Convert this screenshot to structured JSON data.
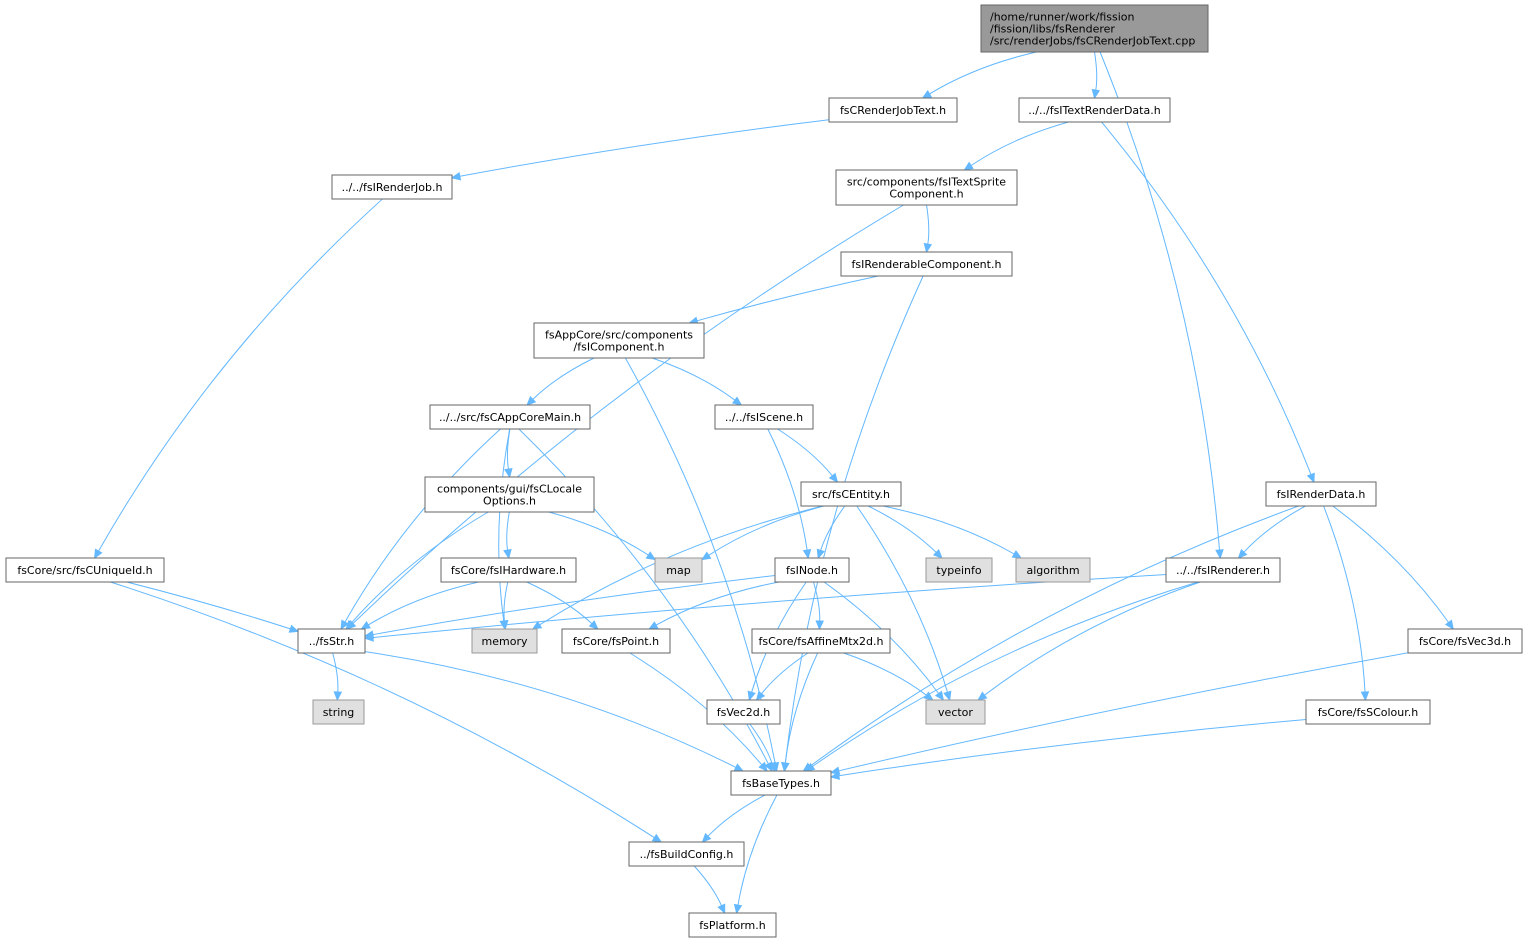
{
  "colors": {
    "edge": "#63b8ff",
    "root_fill": "#999999",
    "system_fill": "#e0e0e0",
    "node_border": "#666666"
  },
  "nodes": [
    {
      "id": "root",
      "kind": "root",
      "lines": [
        "/home/runner/work/fission",
        "/fission/libs/fsRenderer",
        "/src/renderJobs/fsCRenderJobText.cpp"
      ]
    },
    {
      "id": "crenderjobtext",
      "kind": "file",
      "lines": [
        "fsCRenderJobText.h"
      ]
    },
    {
      "id": "itextrenderdata",
      "kind": "file",
      "lines": [
        "../../fsITextRenderData.h"
      ]
    },
    {
      "id": "irenderjob",
      "kind": "file",
      "lines": [
        "../../fsIRenderJob.h"
      ]
    },
    {
      "id": "itextsprite",
      "kind": "file",
      "lines": [
        "src/components/fsITextSprite",
        "Component.h"
      ]
    },
    {
      "id": "irenderable",
      "kind": "file",
      "lines": [
        "fsIRenderableComponent.h"
      ]
    },
    {
      "id": "icomponent",
      "kind": "file",
      "lines": [
        "fsAppCore/src/components",
        "/fsIComponent.h"
      ]
    },
    {
      "id": "cappcoremain",
      "kind": "file",
      "lines": [
        "../../src/fsCAppCoreMain.h"
      ]
    },
    {
      "id": "iscene",
      "kind": "file",
      "lines": [
        "../../fsIScene.h"
      ]
    },
    {
      "id": "clocale",
      "kind": "file",
      "lines": [
        "components/gui/fsCLocale",
        "Options.h"
      ]
    },
    {
      "id": "centity",
      "kind": "file",
      "lines": [
        "src/fsCEntity.h"
      ]
    },
    {
      "id": "irenderdata",
      "kind": "file",
      "lines": [
        "fsIRenderData.h"
      ]
    },
    {
      "id": "cuniqueid",
      "kind": "file",
      "lines": [
        "fsCore/src/fsCUniqueId.h"
      ]
    },
    {
      "id": "ihardware",
      "kind": "file",
      "lines": [
        "fsCore/fsIHardware.h"
      ]
    },
    {
      "id": "map",
      "kind": "sys",
      "lines": [
        "map"
      ]
    },
    {
      "id": "inode",
      "kind": "file",
      "lines": [
        "fsINode.h"
      ]
    },
    {
      "id": "typeinfo",
      "kind": "sys",
      "lines": [
        "typeinfo"
      ]
    },
    {
      "id": "algorithm",
      "kind": "sys",
      "lines": [
        "algorithm"
      ]
    },
    {
      "id": "irenderer",
      "kind": "file",
      "lines": [
        "../../fsIRenderer.h"
      ]
    },
    {
      "id": "str",
      "kind": "file",
      "lines": [
        "../fsStr.h"
      ]
    },
    {
      "id": "memory",
      "kind": "sys",
      "lines": [
        "memory"
      ]
    },
    {
      "id": "point",
      "kind": "file",
      "lines": [
        "fsCore/fsPoint.h"
      ]
    },
    {
      "id": "affine",
      "kind": "file",
      "lines": [
        "fsCore/fsAffineMtx2d.h"
      ]
    },
    {
      "id": "vec3d",
      "kind": "file",
      "lines": [
        "fsCore/fsVec3d.h"
      ]
    },
    {
      "id": "string",
      "kind": "sys",
      "lines": [
        "string"
      ]
    },
    {
      "id": "vec2d",
      "kind": "file",
      "lines": [
        "fsVec2d.h"
      ]
    },
    {
      "id": "vector",
      "kind": "sys",
      "lines": [
        "vector"
      ]
    },
    {
      "id": "scolour",
      "kind": "file",
      "lines": [
        "fsCore/fsSColour.h"
      ]
    },
    {
      "id": "basetypes",
      "kind": "file",
      "lines": [
        "fsBaseTypes.h"
      ]
    },
    {
      "id": "buildconfig",
      "kind": "file",
      "lines": [
        "../fsBuildConfig.h"
      ]
    },
    {
      "id": "platform",
      "kind": "file",
      "lines": [
        "fsPlatform.h"
      ]
    }
  ],
  "edges": [
    [
      "root",
      "crenderjobtext"
    ],
    [
      "root",
      "itextrenderdata"
    ],
    [
      "root",
      "irenderer"
    ],
    [
      "crenderjobtext",
      "irenderjob"
    ],
    [
      "itextrenderdata",
      "itextsprite"
    ],
    [
      "itextrenderdata",
      "irenderdata"
    ],
    [
      "irenderjob",
      "cuniqueid"
    ],
    [
      "itextsprite",
      "irenderable"
    ],
    [
      "itextsprite",
      "str"
    ],
    [
      "irenderable",
      "icomponent"
    ],
    [
      "irenderable",
      "basetypes"
    ],
    [
      "icomponent",
      "cappcoremain"
    ],
    [
      "icomponent",
      "iscene"
    ],
    [
      "icomponent",
      "basetypes"
    ],
    [
      "cappcoremain",
      "clocale"
    ],
    [
      "cappcoremain",
      "str"
    ],
    [
      "cappcoremain",
      "memory"
    ],
    [
      "cappcoremain",
      "basetypes"
    ],
    [
      "iscene",
      "centity"
    ],
    [
      "iscene",
      "inode"
    ],
    [
      "clocale",
      "ihardware"
    ],
    [
      "clocale",
      "map"
    ],
    [
      "clocale",
      "str"
    ],
    [
      "centity",
      "map"
    ],
    [
      "centity",
      "inode"
    ],
    [
      "centity",
      "typeinfo"
    ],
    [
      "centity",
      "algorithm"
    ],
    [
      "centity",
      "memory"
    ],
    [
      "centity",
      "vector"
    ],
    [
      "irenderdata",
      "irenderer"
    ],
    [
      "irenderdata",
      "vec3d"
    ],
    [
      "irenderdata",
      "scolour"
    ],
    [
      "irenderdata",
      "basetypes"
    ],
    [
      "cuniqueid",
      "str"
    ],
    [
      "cuniqueid",
      "buildconfig"
    ],
    [
      "ihardware",
      "str"
    ],
    [
      "ihardware",
      "memory"
    ],
    [
      "ihardware",
      "point"
    ],
    [
      "inode",
      "str"
    ],
    [
      "inode",
      "point"
    ],
    [
      "inode",
      "affine"
    ],
    [
      "inode",
      "vec2d"
    ],
    [
      "inode",
      "vector"
    ],
    [
      "irenderer",
      "str"
    ],
    [
      "irenderer",
      "vector"
    ],
    [
      "irenderer",
      "basetypes"
    ],
    [
      "str",
      "string"
    ],
    [
      "str",
      "basetypes"
    ],
    [
      "point",
      "basetypes"
    ],
    [
      "affine",
      "vec2d"
    ],
    [
      "affine",
      "vector"
    ],
    [
      "affine",
      "basetypes"
    ],
    [
      "vec3d",
      "basetypes"
    ],
    [
      "vec2d",
      "basetypes"
    ],
    [
      "scolour",
      "basetypes"
    ],
    [
      "basetypes",
      "buildconfig"
    ],
    [
      "basetypes",
      "platform"
    ],
    [
      "buildconfig",
      "platform"
    ]
  ]
}
